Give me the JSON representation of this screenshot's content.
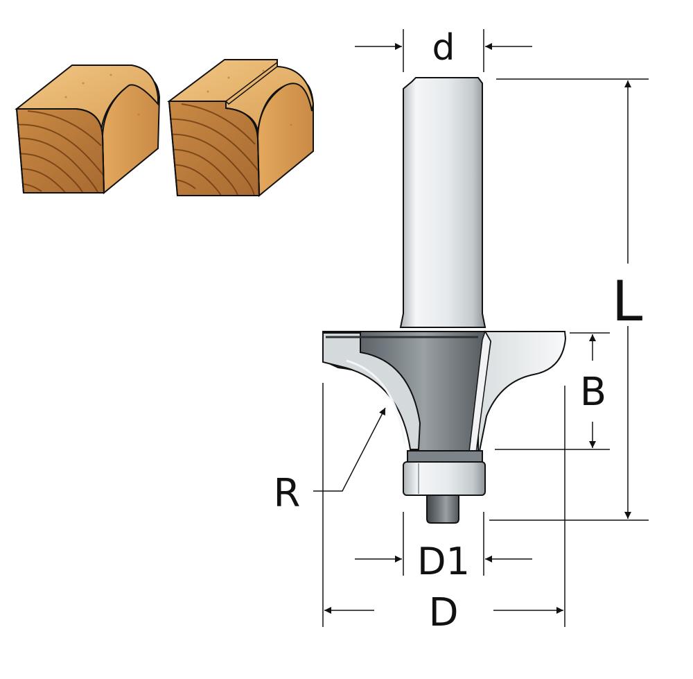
{
  "diagram": {
    "labels": {
      "shank_diameter": "d",
      "overall_length": "L",
      "cutting_height": "B",
      "radius": "R",
      "bearing_diameter": "D1",
      "cutting_diameter": "D"
    },
    "colors": {
      "wood_top": "#e8b56c",
      "wood_front": "#b9793a",
      "wood_grain": "#7a4518",
      "steel_light": "#e9edef",
      "steel_dark": "#5d6368",
      "line": "#111111"
    }
  }
}
